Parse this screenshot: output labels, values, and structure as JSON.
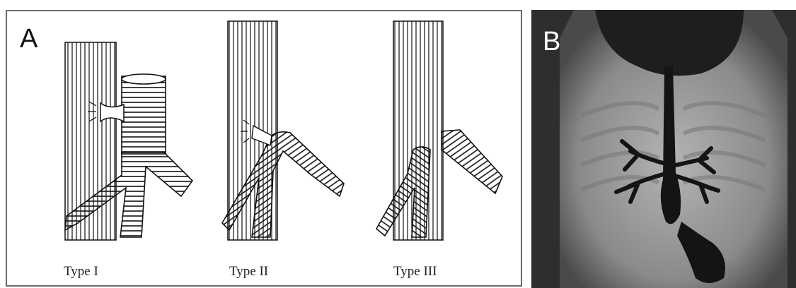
{
  "panel_a": {
    "letter": "A",
    "types": [
      {
        "label": "Type I"
      },
      {
        "label": "Type II"
      },
      {
        "label": "Type III"
      }
    ]
  },
  "panel_b": {
    "letter": "B"
  },
  "colors": {
    "frame": "#6b6b6b",
    "ink": "#111111",
    "xray_dark": "#1a1a1a",
    "xray_light": "#a8a8a8"
  }
}
